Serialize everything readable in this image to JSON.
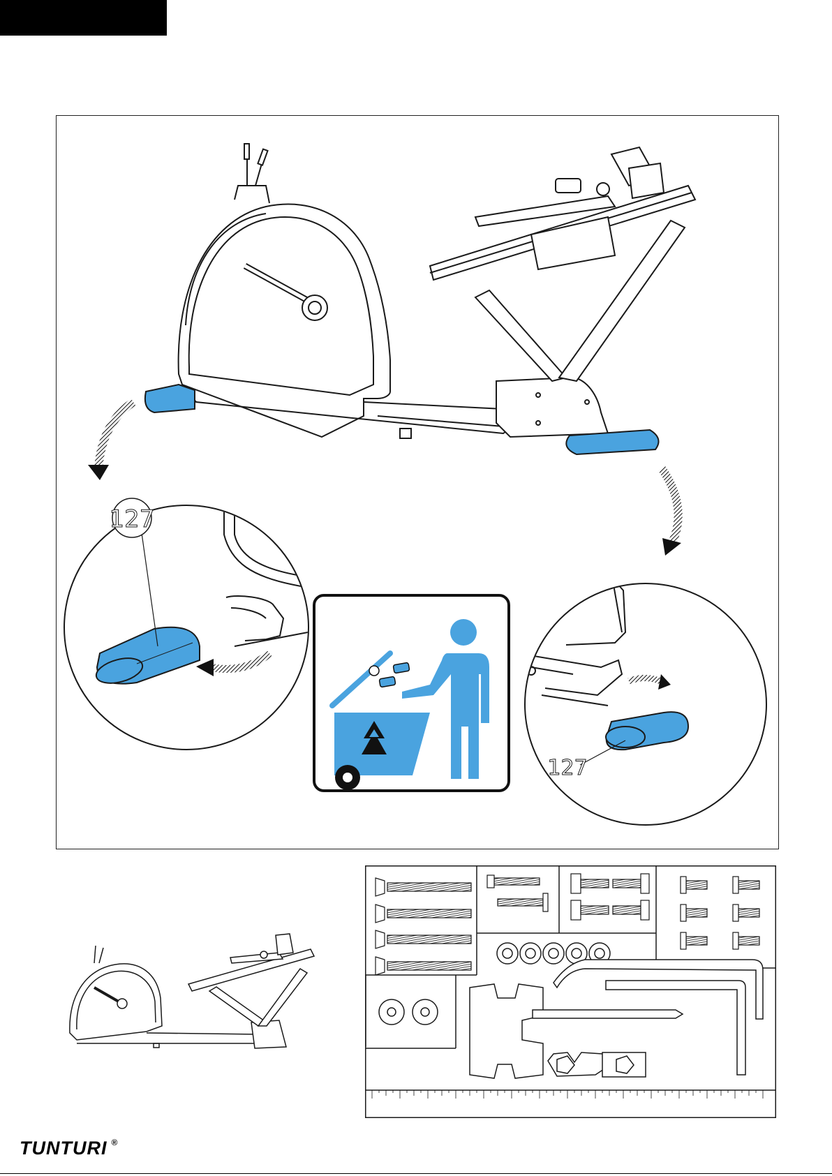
{
  "callouts": {
    "left_part_number": "127",
    "right_part_number": "127"
  },
  "brand": {
    "logo_text": "TUNTURI",
    "registered_mark": "®"
  },
  "colors": {
    "highlight_blue": "#4aa3df",
    "line": "#1a1a1a"
  },
  "icons": {
    "recycle": "recycle-icon",
    "person": "person-icon",
    "arrow": "curved-arrow-icon"
  }
}
